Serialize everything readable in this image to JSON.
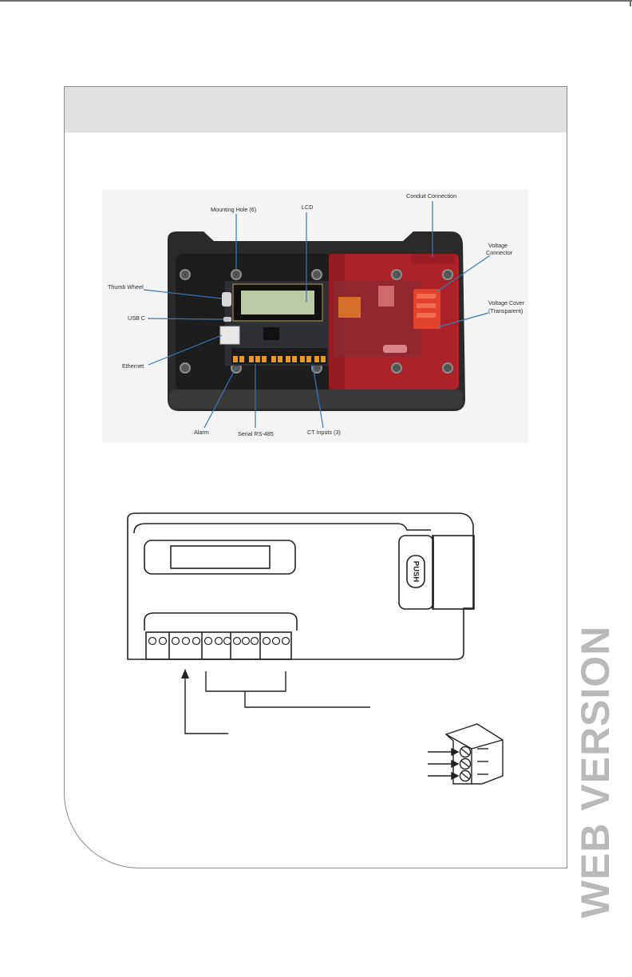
{
  "photo_callouts": {
    "mounting_hole": "Mounting Hole (6)",
    "lcd": "LCD",
    "conduit_connection": "Conduit Connection",
    "voltage_connector_line1": "Voltage",
    "voltage_connector_line2": "Connector",
    "thumb_wheel": "Thumb Wheel",
    "voltage_cover_line1": "Voltage Cover",
    "voltage_cover_line2": "(Transparent)",
    "usb_c": "USB C",
    "ethernet": "Ethernet",
    "alarm": "Alarm",
    "serial_rs485": "Serial RS-485",
    "ct_inputs": "CT Inputs (3)"
  },
  "drawing": {
    "push_label": "PUSH"
  },
  "side_stamp": "WEB VERSION",
  "colors": {
    "enclosure": "#2b2b2b",
    "voltage_cover_red": "#c2252a",
    "callout_line": "#3a78b5",
    "terminal_orange": "#e39a2a",
    "stamp_gray": "#b9b9b9"
  }
}
